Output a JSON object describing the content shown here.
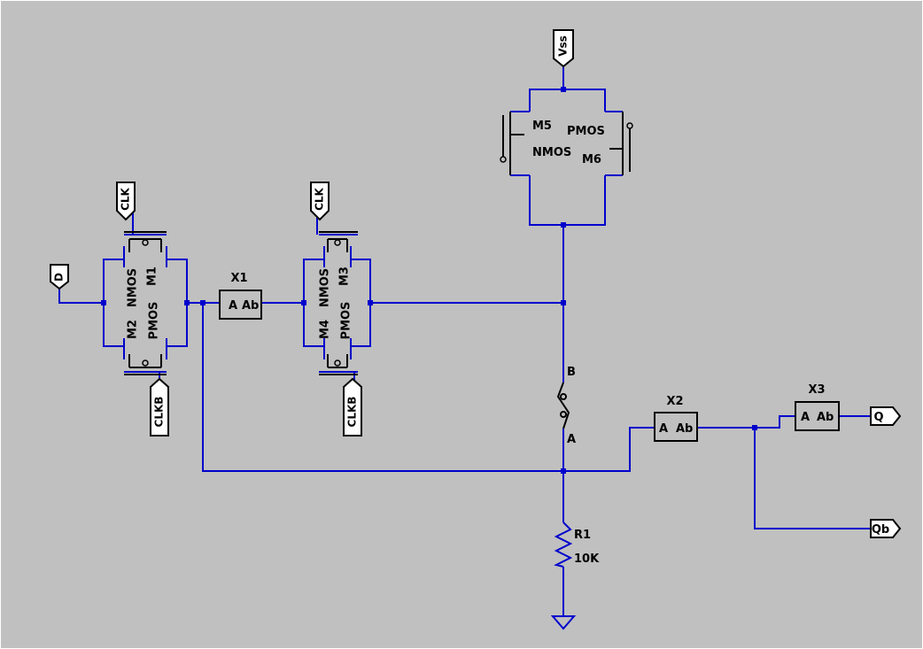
{
  "colors": {
    "background": "#c0c0c0",
    "wire": "#0000cc",
    "ink": "#000000",
    "border": "#ffffff"
  },
  "ports": {
    "d": "D",
    "clk1": "CLK",
    "clkb1": "CLKB",
    "clk2": "CLK",
    "clkb2": "CLKB",
    "vss": "Vss",
    "q": "Q",
    "qb": "Qb"
  },
  "tg1": {
    "nmos_type": "NMOS",
    "nmos_name": "M1",
    "pmos_type": "PMOS",
    "pmos_name": "M2"
  },
  "tg2": {
    "nmos_type": "NMOS",
    "nmos_name": "M3",
    "pmos_type": "PMOS",
    "pmos_name": "M4"
  },
  "tg3": {
    "nmos_type": "NMOS",
    "nmos_name": "M5",
    "pmos_type": "PMOS",
    "pmos_name": "M6"
  },
  "inverters": [
    {
      "name": "X1",
      "pin_in": "A",
      "pin_out": "Ab"
    },
    {
      "name": "X2",
      "pin_in": "A",
      "pin_out": "Ab"
    },
    {
      "name": "X3",
      "pin_in": "A",
      "pin_out": "Ab"
    }
  ],
  "element": {
    "pin_b": "B",
    "pin_a": "A"
  },
  "resistor": {
    "name": "R1",
    "value": "10K"
  }
}
